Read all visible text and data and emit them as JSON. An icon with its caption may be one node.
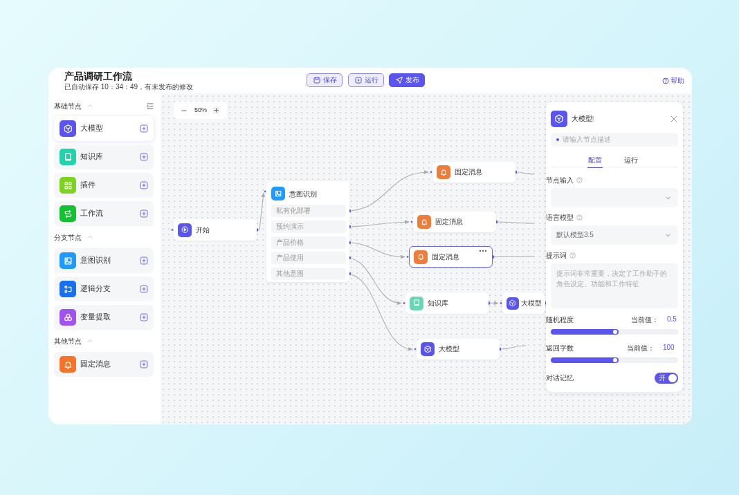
{
  "diagram": {
    "nodes": [
      {
        "text": [
          "大模型"
        ]
      },
      {
        "text": [
          "知识库"
        ]
      },
      {
        "text": [
          "插件"
        ]
      },
      {
        "text": [
          "工作流"
        ]
      },
      {
        "text": [
          "意图识别"
        ]
      },
      {
        "text": [
          "逻辑分支"
        ]
      },
      {
        "text": [
          "变量提取"
        ]
      },
      {
        "text": [
          "固定消息"
        ]
      },
      {
        "text": [
          "开始"
        ]
      },
      {
        "text": [
          "意图识别"
        ]
      },
      {
        "text": [
          "私有化部署"
        ],
        "in": 9
      },
      {
        "text": [
          "预约演示"
        ],
        "in": 9
      },
      {
        "text": [
          "产品价格"
        ],
        "in": 9
      },
      {
        "text": [
          "产品使用"
        ],
        "in": 9
      },
      {
        "text": [
          "其他意图"
        ],
        "in": 9
      },
      {
        "text": [
          "固定消息"
        ]
      },
      {
        "text": [
          "固定消息"
        ]
      },
      {
        "text": [
          "固定消息"
        ]
      },
      {
        "text": [
          "知识库"
        ]
      },
      {
        "text": [
          "大模型"
        ]
      },
      {
        "text": [
          "大模型"
        ]
      }
    ],
    "edges": [
      {
        "from": 8,
        "to": 9,
        "arrow": "to"
      },
      {
        "from": 10,
        "to": 15,
        "arrow": "to"
      },
      {
        "from": 11,
        "to": 16,
        "arrow": "to"
      },
      {
        "from": 12,
        "to": 17,
        "arrow": "to"
      },
      {
        "from": 13,
        "to": 18,
        "arrow": "to"
      },
      {
        "from": 14,
        "to": 20,
        "arrow": "to"
      },
      {
        "from": 18,
        "to": 19,
        "arrow": "to"
      },
      {
        "from": 15,
        "to": null,
        "arrow": "none"
      },
      {
        "from": 16,
        "to": null,
        "arrow": "none"
      },
      {
        "from": 17,
        "to": null,
        "arrow": "none"
      },
      {
        "from": 20,
        "to": null,
        "arrow": "none"
      }
    ],
    "labels": [
      "产品调研工作流",
      "已自动保存 10：34：49，有未发布的修改",
      "保存",
      "运行",
      "发布",
      "帮助",
      "基础节点",
      "分支节点",
      "其他节点",
      "50%",
      "大模型",
      "请输入节点描述",
      "配置",
      "运行",
      "节点输入",
      "语言模型",
      "默认模型3.5",
      "提示词",
      "提示词非常重要，决定了工作助手的角色设定、功能和工作特征",
      "随机程度",
      "当前值：",
      "0.5",
      "返回字数",
      "当前值：",
      "100",
      "对话记忆",
      "开"
    ]
  }
}
